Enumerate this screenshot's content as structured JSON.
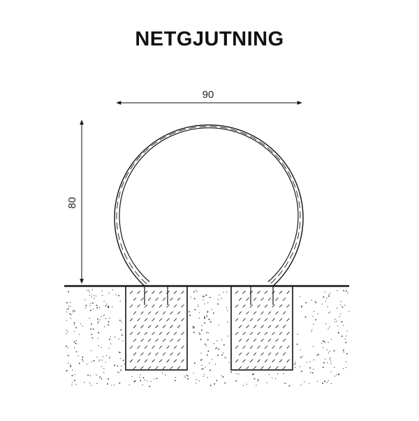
{
  "title": "NETGJUTNING",
  "dimensions": {
    "width_label": "90",
    "height_label": "80"
  },
  "colors": {
    "line": "#111111",
    "background": "#ffffff"
  }
}
